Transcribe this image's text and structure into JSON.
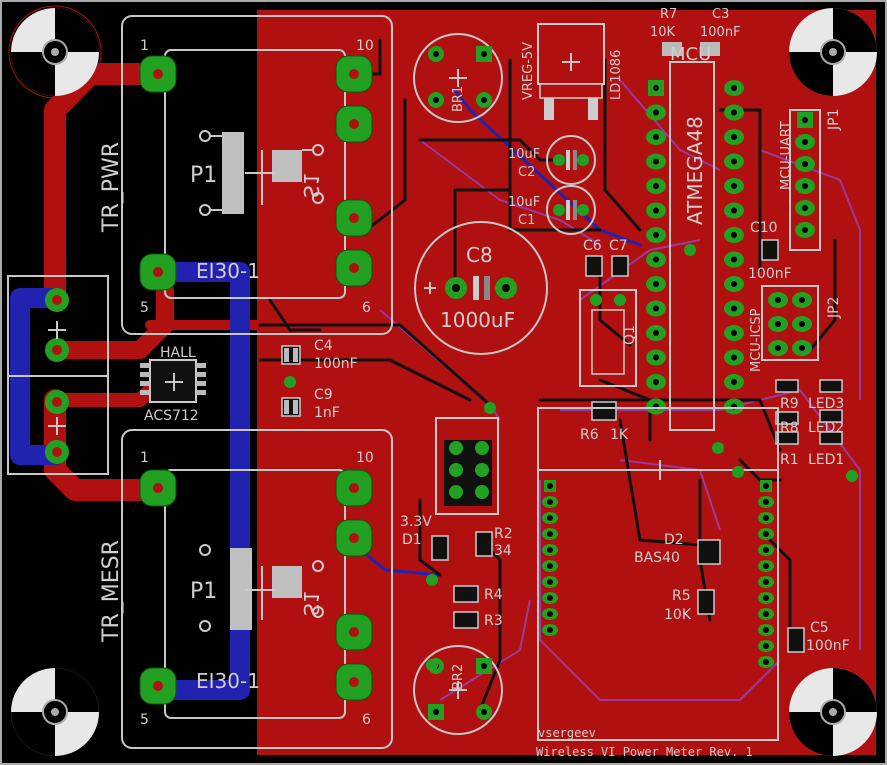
{
  "colors": {
    "background": "#000000",
    "copper_top": "#b01010",
    "copper_bottom": "#2222b0",
    "pad": "#22a022",
    "silkscreen": "#c8c8c8"
  },
  "labels": {
    "tr_pwr": "TR_PWR",
    "tr_mesr": "TR_MESR",
    "ei30_top": "EI30-1",
    "ei30_bot": "EI30-1",
    "p1_top": "P1",
    "p1_bot": "P1",
    "s1_top": "S1",
    "s1_bot": "S1",
    "pin1_top": "1",
    "pin10_top": "10",
    "pin5_top": "5",
    "pin6_top": "6",
    "pin1_bot": "1",
    "pin10_bot": "10",
    "pin5_bot": "5",
    "pin6_bot": "6",
    "br1": "BR1",
    "br2": "BR2",
    "vreg": "VREG-5V",
    "ld1086": "LD1086",
    "r7": "R7",
    "r7_val": "10K",
    "c3": "C3",
    "c3_val": "100nF",
    "mcu": "MCU",
    "atmega": "ATMEGA48",
    "mcu_uart": "MCU-UART",
    "jp1": "JP1",
    "c2_val": "10uF",
    "c2": "C2",
    "c1_val": "10uF",
    "c1": "C1",
    "c8": "C8",
    "c8_val": "1000uF",
    "c6": "C6",
    "c7": "C7",
    "q1": "Q1",
    "c10": "C10",
    "c10_val": "100nF",
    "mcu_icsp": "MCU-ICSP",
    "jp2": "JP2",
    "hall": "HALL",
    "acs712": "ACS712",
    "c4": "C4",
    "c4_val": "100nF",
    "c9": "C9",
    "c9_val": "1nF",
    "r6": "R6",
    "r6_val": "1K",
    "r9": "R9",
    "led3": "LED3",
    "r8": "R8",
    "led2": "LED2",
    "r1": "R1",
    "led1": "LED1",
    "d1_val": "3.3V",
    "d1": "D1",
    "r2": "R2",
    "r2_val": "34",
    "d2": "D2",
    "d2_val": "BAS40",
    "r5": "R5",
    "r5_val": "10K",
    "r4": "R4",
    "r3": "R3",
    "c5": "C5",
    "c5_val": "100nF",
    "author": "vsergeev",
    "board_title": "Wireless VI Power Meter Rev. 1"
  }
}
